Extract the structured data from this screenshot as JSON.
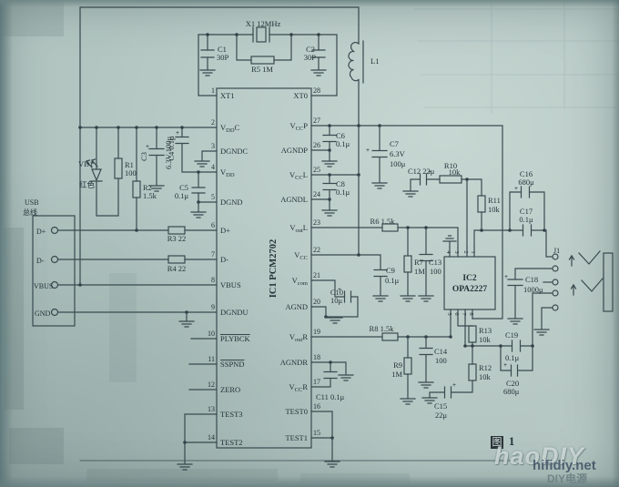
{
  "figure": {
    "caption_fig": "图",
    "caption_num": "1"
  },
  "watermark": {
    "line1": "haoDIY",
    "line2": "hifidiy.net",
    "line3": "DIY电源"
  },
  "colors": {
    "paper": "#b2c5c1",
    "ink": "#3a4a50",
    "text": "#243239"
  },
  "usb": {
    "title1": "USB",
    "title2": "总线",
    "pins": [
      {
        "label": "D+"
      },
      {
        "label": "D-"
      },
      {
        "label": "VBUS"
      },
      {
        "label": "GND"
      }
    ]
  },
  "ic1": {
    "name": "IC1 PCM2702",
    "left_pins": [
      {
        "n": "1",
        "a": "XT1",
        "s": "",
        "b": ""
      },
      {
        "n": "2",
        "a": "V",
        "s": "DD",
        "b": "C"
      },
      {
        "n": "3",
        "a": "DGNDC",
        "s": "",
        "b": ""
      },
      {
        "n": "4",
        "a": "V",
        "s": "DD",
        "b": ""
      },
      {
        "n": "5",
        "a": "DGND",
        "s": "",
        "b": ""
      },
      {
        "n": "6",
        "a": "D+",
        "s": "",
        "b": ""
      },
      {
        "n": "7",
        "a": "D-",
        "s": "",
        "b": ""
      },
      {
        "n": "8",
        "a": "VBUS",
        "s": "",
        "b": ""
      },
      {
        "n": "9",
        "a": "DGNDU",
        "s": "",
        "b": ""
      },
      {
        "n": "10",
        "a": "PLYBCK",
        "s": "",
        "b": ""
      },
      {
        "n": "11",
        "a": "SSPND",
        "s": "",
        "b": ""
      },
      {
        "n": "12",
        "a": "ZERO",
        "s": "",
        "b": ""
      },
      {
        "n": "13",
        "a": "TEST3",
        "s": "",
        "b": ""
      },
      {
        "n": "14",
        "a": "TEST2",
        "s": "",
        "b": ""
      }
    ],
    "right_pins": [
      {
        "n": "28",
        "a": "XT0",
        "s": "",
        "b": ""
      },
      {
        "n": "27",
        "a": "V",
        "s": "CC",
        "b": "P"
      },
      {
        "n": "26",
        "a": "AGNDP",
        "s": "",
        "b": ""
      },
      {
        "n": "25",
        "a": "V",
        "s": "CC",
        "b": "L"
      },
      {
        "n": "24",
        "a": "AGNDL",
        "s": "",
        "b": ""
      },
      {
        "n": "23",
        "a": "V",
        "s": "out",
        "b": "L"
      },
      {
        "n": "22",
        "a": "V",
        "s": "CC",
        "b": ""
      },
      {
        "n": "21",
        "a": "V",
        "s": "com",
        "b": ""
      },
      {
        "n": "20",
        "a": "AGND",
        "s": "",
        "b": ""
      },
      {
        "n": "19",
        "a": "V",
        "s": "out",
        "b": "R"
      },
      {
        "n": "18",
        "a": "AGNDR",
        "s": "",
        "b": ""
      },
      {
        "n": "17",
        "a": "V",
        "s": "CC",
        "b": "R"
      },
      {
        "n": "16",
        "a": "TEST0",
        "s": "",
        "b": ""
      },
      {
        "n": "15",
        "a": "TEST1",
        "s": "",
        "b": ""
      }
    ]
  },
  "ic2": {
    "name1": "IC2",
    "name2": "OPA2227",
    "top_pins": [
      "4",
      "3",
      "2",
      "1"
    ],
    "bottom_pins": [
      "5",
      "6",
      "7",
      "8"
    ]
  },
  "components": {
    "plus": "+",
    "x1": "X1 12MHz",
    "c1n": "C1",
    "c1v": "30P",
    "c2n": "C2",
    "c2v": "30P",
    "r5": "R5 1M",
    "l1": "L1",
    "vd1n": "VD1",
    "vd1c": "红色",
    "r1n": "R1",
    "r1v": "100",
    "r2n": "R2",
    "r2v": "1.5k",
    "c3n": "C3",
    "c3v": "6.3V 100μ",
    "c4": "C4 0.1μ",
    "c5n": "C5",
    "c5v": "0.1μ",
    "r3": "R3 22",
    "r4": "R4 22",
    "c6n": "C6",
    "c6v": "0.1μ",
    "c7n": "C7",
    "c7v1": "6.3V",
    "c7v2": "100μ",
    "c8n": "C8",
    "c8v": "0.1μ",
    "c12": "C12 22μ",
    "r10n": "R10",
    "r10v": "10k",
    "r11n": "R11",
    "r11v": "10k",
    "c16n": "C16",
    "c16v": "680μ",
    "c17n": "C17",
    "c17v": "0.1μ",
    "r6": "R6 1.5k",
    "c9n": "C9",
    "c9v": "0.1μ",
    "r7n": "R7",
    "r7v": "1M",
    "c13n": "C13",
    "c13v": "100",
    "c10n": "C10",
    "c10v": "10μ",
    "r8": "R8 1.5k",
    "r9n": "R9",
    "r9v": "1M",
    "c14n": "C14",
    "c14v": "100",
    "c11": "C11  0.1μ",
    "r13n": "R13",
    "r13v": "10k",
    "r12n": "R12",
    "r12v": "10k",
    "c15n": "C15",
    "c15v": "22μ",
    "c18n": "C18",
    "c18v": "1000μ",
    "c19n": "C19",
    "c19v": "0.1μ",
    "c20n": "C20",
    "c20v": "680μ",
    "j1": "J1"
  }
}
